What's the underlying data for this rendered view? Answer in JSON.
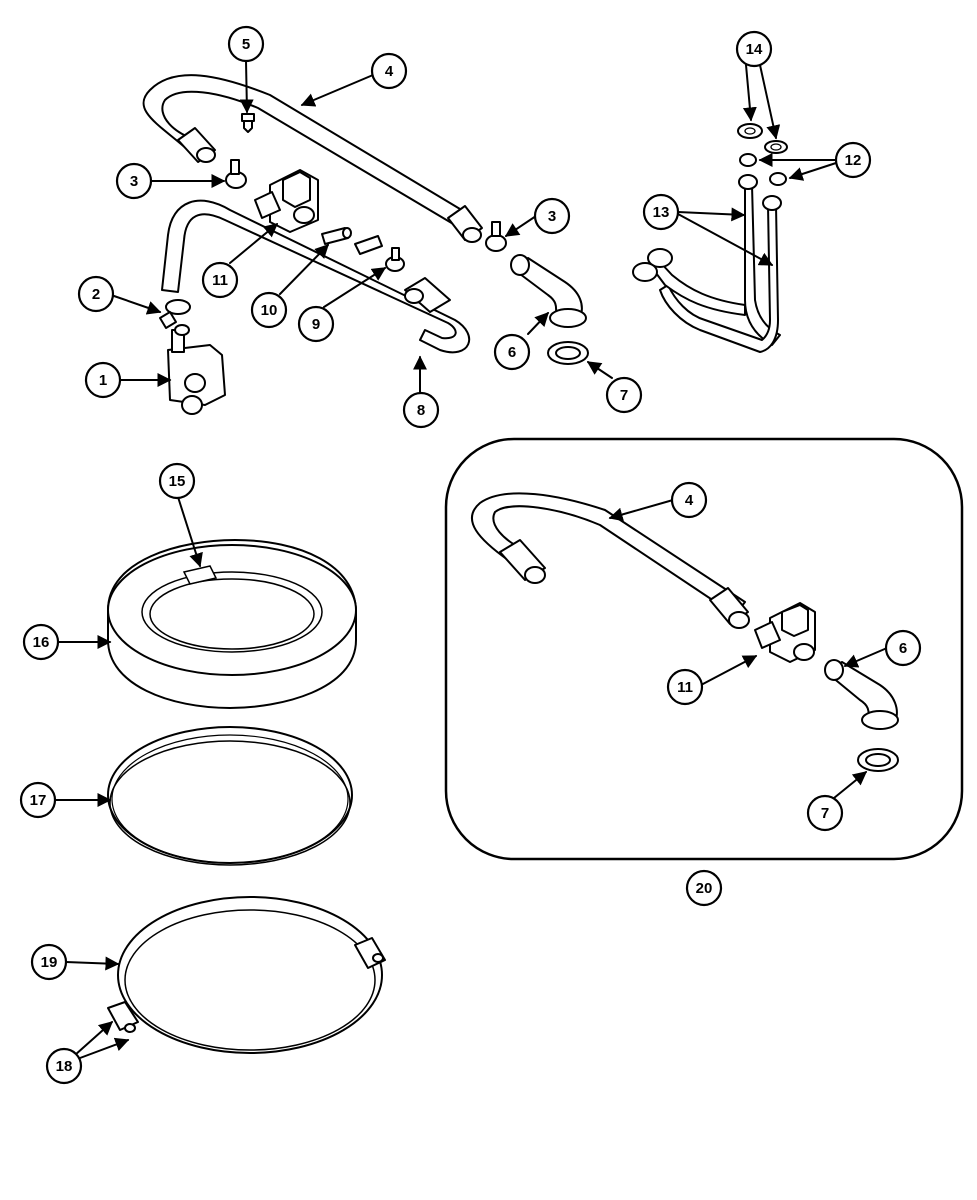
{
  "callouts": {
    "c1": "1",
    "c2": "2",
    "c3a": "3",
    "c3b": "3",
    "c4": "4",
    "c5": "5",
    "c6": "6",
    "c7": "7",
    "c8": "8",
    "c9": "9",
    "c10": "10",
    "c11": "11",
    "c12": "12",
    "c13": "13",
    "c14": "14",
    "c15": "15",
    "c16": "16",
    "c17": "17",
    "c18": "18",
    "c19": "19",
    "k4": "4",
    "k11": "11",
    "k6": "6",
    "k7": "7",
    "kit": "20"
  }
}
